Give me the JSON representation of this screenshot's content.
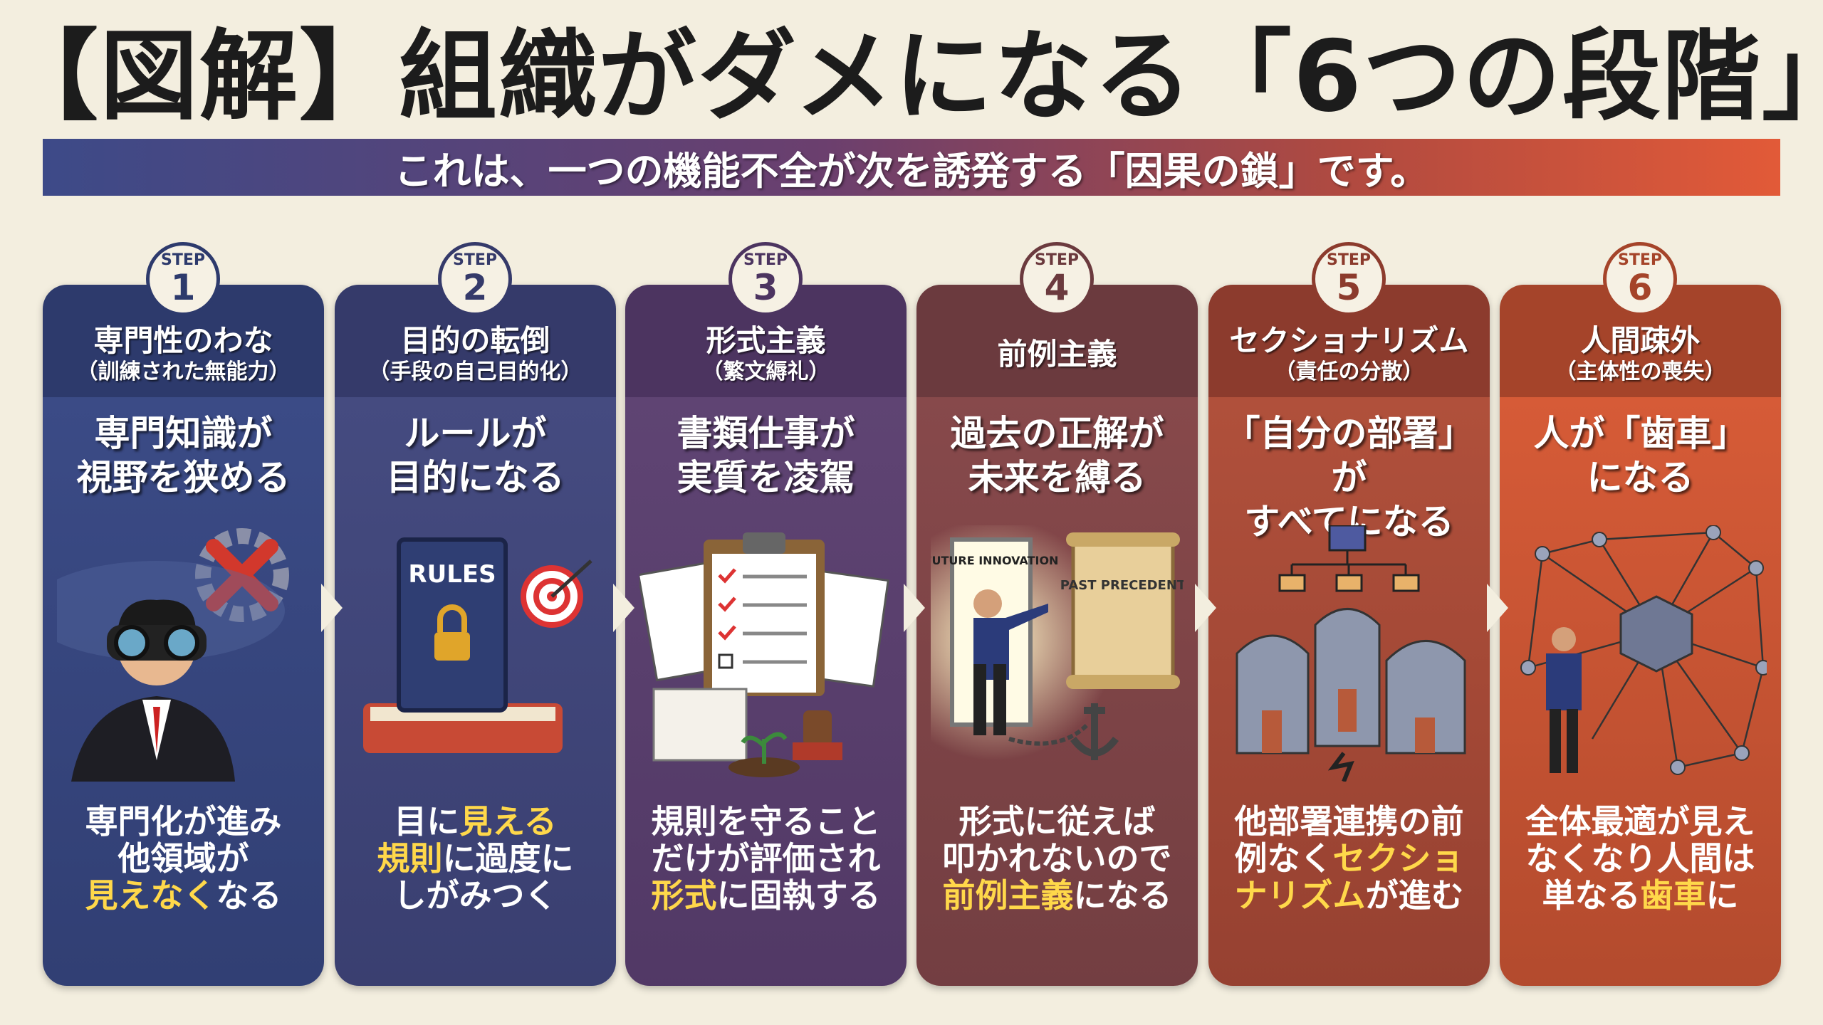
{
  "title": "【図解】組織がダメになる「6つの段階」",
  "subtitle": "これは、一つの機能不全が次を誘発する「因果の鎖」です。",
  "step_label": "STEP",
  "steps": [
    {
      "num": "1",
      "name": "専門性のわな",
      "sub": "（訓練された無能力）",
      "main1": "専門知識が",
      "main2": "視野を狭める",
      "desc": [
        [
          "専門化が進み",
          ""
        ],
        [
          "他領域が",
          ""
        ],
        [
          "",
          "見えなく",
          "なる"
        ]
      ],
      "head": "#2d3a6c",
      "body": "#3b4b86",
      "ring": "#2d3a6c"
    },
    {
      "num": "2",
      "name": "目的の転倒",
      "sub": "（手段の自己目的化）",
      "main1": "ルールが",
      "main2": "目的になる",
      "illus_text": "RULES",
      "desc": [
        [
          "目に",
          "見える",
          ""
        ],
        [
          "",
          "規則",
          "に過度に"
        ],
        [
          "しがみつく",
          ""
        ]
      ],
      "head": "#353a6a",
      "body": "#454b80",
      "ring": "#353a6a"
    },
    {
      "num": "3",
      "name": "形式主義",
      "sub": "（繁文縟礼）",
      "main1": "書類仕事が",
      "main2": "実質を凌駕",
      "desc": [
        [
          "規則を守ること",
          ""
        ],
        [
          "だけが評価され",
          ""
        ],
        [
          "",
          "形式",
          "に固執する"
        ]
      ],
      "head": "#4c3460",
      "body": "#5f4473",
      "ring": "#4c3460"
    },
    {
      "num": "4",
      "name": "前例主義",
      "sub": "",
      "main1": "過去の正解が",
      "main2": "未来を縛る",
      "illus_text1": "FUTURE INNOVATION",
      "illus_text2": "PAST PRECEDENT",
      "desc": [
        [
          "形式に従えば",
          ""
        ],
        [
          "叩かれないので",
          ""
        ],
        [
          "",
          "前例主義",
          "になる"
        ]
      ],
      "head": "#6b3a3e",
      "body": "#87494b",
      "ring": "#6b3a3e"
    },
    {
      "num": "5",
      "name": "セクショナリズム",
      "sub": "（責任の分散）",
      "main1": "「自分の部署」が",
      "main2": "すべてになる",
      "desc": [
        [
          "他部署連携の前",
          ""
        ],
        [
          "例なく",
          "セクショ",
          ""
        ],
        [
          "",
          "ナリズム",
          "が進む"
        ]
      ],
      "head": "#8c3b2d",
      "body": "#b0503b",
      "ring": "#8c3b2d"
    },
    {
      "num": "6",
      "name": "人間疎外",
      "sub": "（主体性の喪失）",
      "main1": "人が「歯車」",
      "main2": "になる",
      "desc": [
        [
          "全体最適が見え",
          ""
        ],
        [
          "なくなり人間は",
          ""
        ],
        [
          "単なる",
          "歯車",
          "に"
        ]
      ],
      "head": "#a5442a",
      "body": "#d65b37",
      "ring": "#a5442a"
    }
  ]
}
